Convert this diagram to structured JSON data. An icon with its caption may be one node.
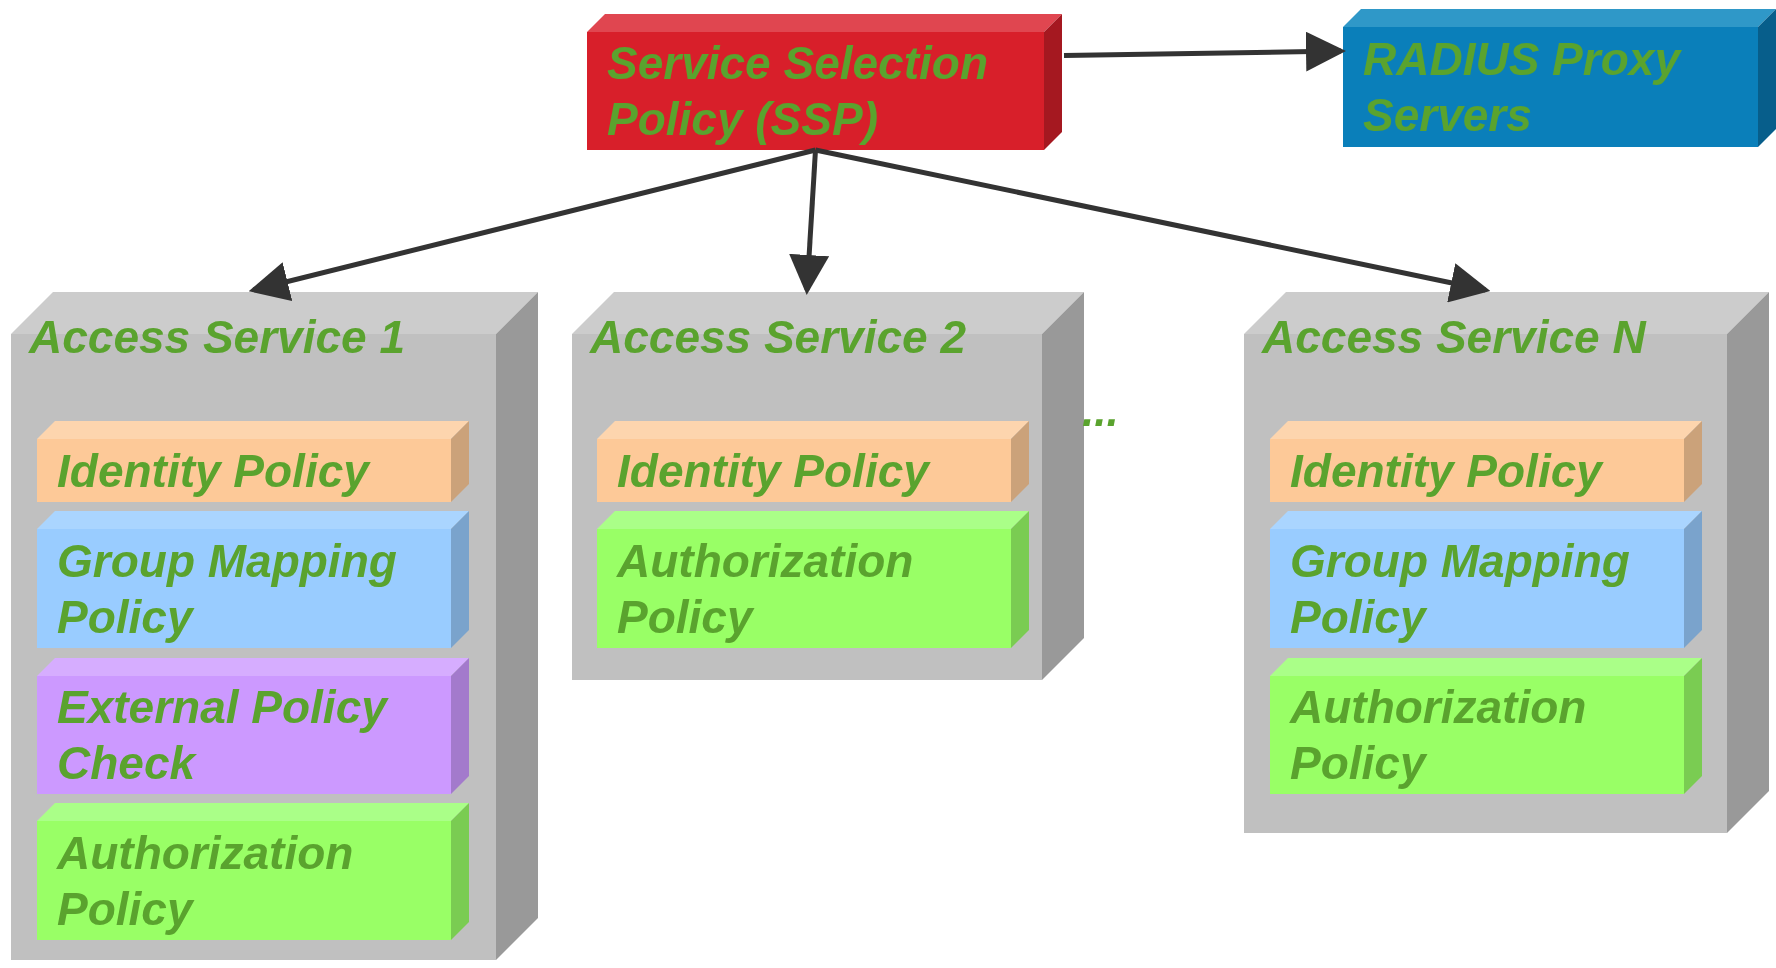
{
  "diagram": {
    "nodes": [
      {
        "text": [
          "Service Selection Policy (SSP)"
        ]
      },
      {
        "text": [
          "RADIUS Proxy Servers"
        ]
      },
      {
        "text": [
          "Access Service 1"
        ]
      },
      {
        "text": [
          "Identity Policy"
        ],
        "in": 2
      },
      {
        "text": [
          "Group Mapping Policy"
        ],
        "in": 2
      },
      {
        "text": [
          "External Policy Check"
        ],
        "in": 2
      },
      {
        "text": [
          "Authorization Policy"
        ],
        "in": 2
      },
      {
        "text": [
          "Access Service 2"
        ]
      },
      {
        "text": [
          "Identity Policy"
        ],
        "in": 7
      },
      {
        "text": [
          "Authorization Policy"
        ],
        "in": 7
      },
      {
        "text": [
          "Access Service N"
        ]
      },
      {
        "text": [
          "Identity Policy"
        ],
        "in": 10
      },
      {
        "text": [
          "Group Mapping Policy"
        ],
        "in": 10
      },
      {
        "text": [
          "Authorization Policy"
        ],
        "in": 10
      }
    ],
    "edges": [
      {
        "from": 0,
        "to": 1,
        "arrow": "to"
      },
      {
        "from": 0,
        "to": 2,
        "arrow": "to"
      },
      {
        "from": 0,
        "to": 7,
        "arrow": "to"
      },
      {
        "from": 0,
        "to": 10,
        "arrow": "to"
      }
    ],
    "labels": [
      "..."
    ]
  }
}
